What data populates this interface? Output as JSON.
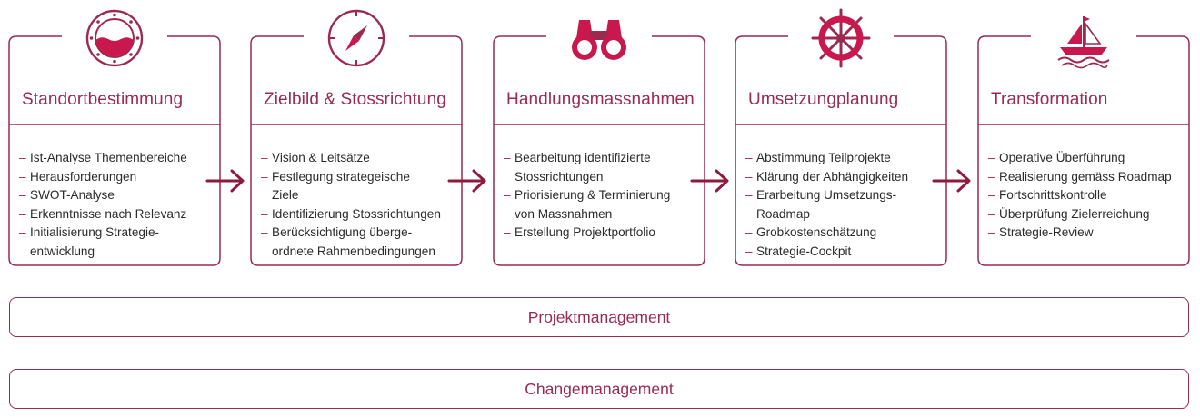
{
  "colors": {
    "accent": "#9b2a4f",
    "accent_dark": "#8e1a3e",
    "icon_fill": "#c8184e",
    "text": "#2b2b2b"
  },
  "phases": [
    {
      "icon": "porthole-icon",
      "title": "Standortbestimmung",
      "items": [
        "Ist-Analyse Themenbereiche",
        "Herausforderungen",
        "SWOT-Analyse",
        "Erkenntnisse nach Relevanz",
        "Initialisierung Strategie-\nentwicklung"
      ]
    },
    {
      "icon": "compass-icon",
      "title": "Zielbild & Stossrichtung",
      "items": [
        "Vision & Leitsätze",
        "Festlegung strategeische\nZiele",
        "Identifizierung Stossrichtungen",
        "Berücksichtigung überge-\nordnete Rahmenbedingungen"
      ]
    },
    {
      "icon": "binoculars-icon",
      "title": "Handlungsmassnahmen",
      "items": [
        "Bearbeitung identifizierte\nStossrichtungen",
        "Priorisierung & Terminierung\nvon Massnahmen",
        "Erstellung Projektportfolio"
      ]
    },
    {
      "icon": "ship-wheel-icon",
      "title": "Umsetzungplanung",
      "items": [
        "Abstimmung Teilprojekte",
        "Klärung der Abhängigkeiten",
        "Erarbeitung Umsetzungs-\nRoadmap",
        "Grobkostenschätzung",
        "Strategie-Cockpit"
      ]
    },
    {
      "icon": "sailboat-icon",
      "title": "Transformation",
      "items": [
        "Operative Überführung",
        "Realisierung gemäss Roadmap",
        "Fortschrittskontrolle",
        "Überprüfung Zielerreichung",
        "Strategie-Review"
      ]
    }
  ],
  "bars": {
    "project": "Projektmanagement",
    "change": "Changemanagement"
  }
}
